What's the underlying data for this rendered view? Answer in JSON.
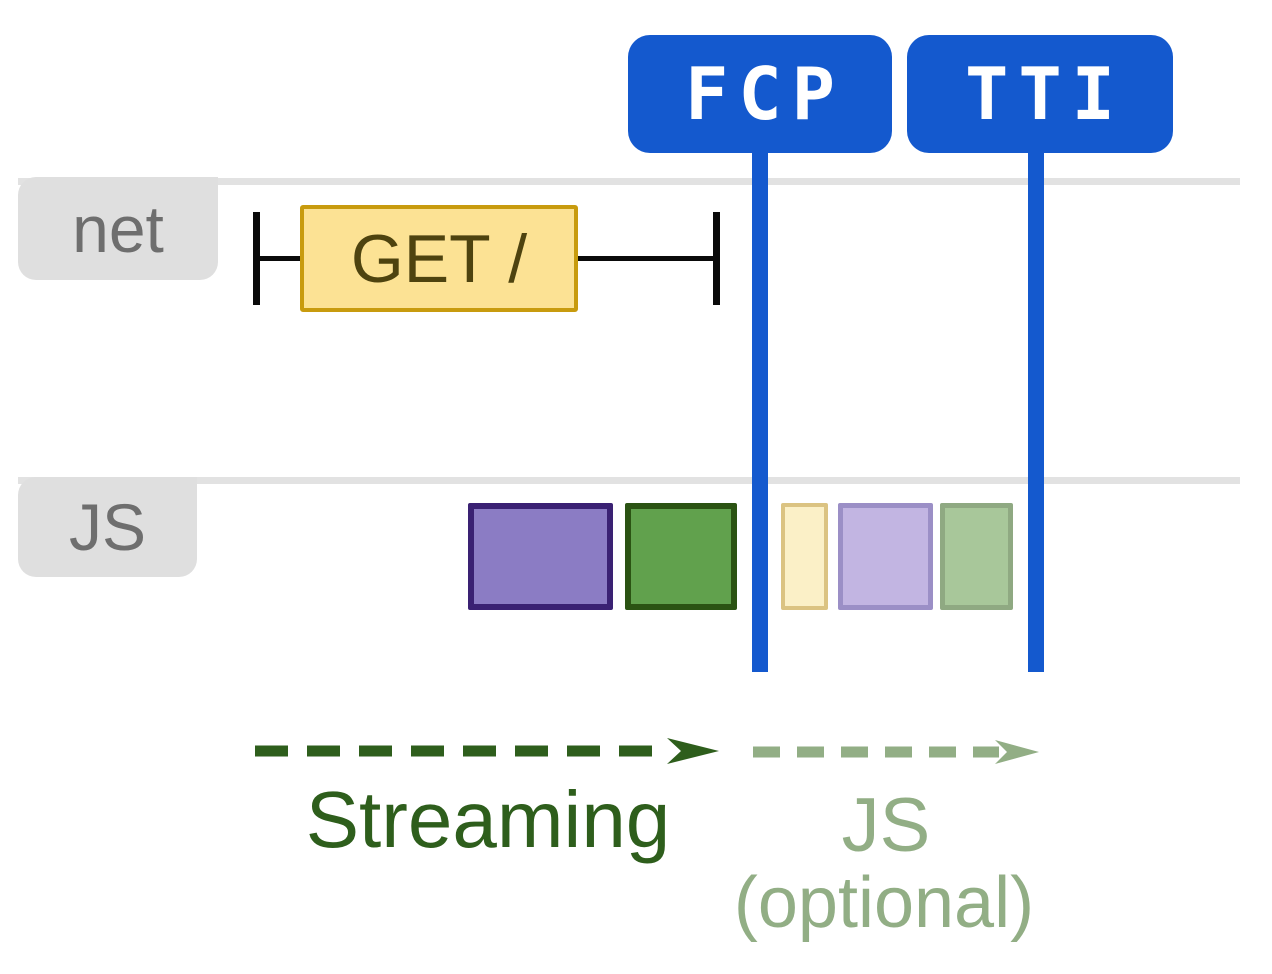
{
  "diagram": {
    "description": "Streaming server-side rendering performance timeline",
    "badges": {
      "fcp": {
        "label": "FCP"
      },
      "tti": {
        "label": "TTI"
      }
    },
    "lanes": {
      "net": {
        "label": "net"
      },
      "js": {
        "label": "JS"
      }
    },
    "request": {
      "label": "GET /"
    },
    "js_tasks": [
      {
        "name": "task-purple",
        "state": "solid"
      },
      {
        "name": "task-green",
        "state": "solid"
      },
      {
        "name": "task-faded-yellow",
        "state": "faded"
      },
      {
        "name": "task-faded-purple",
        "state": "faded"
      },
      {
        "name": "task-faded-green",
        "state": "faded"
      }
    ],
    "arrows": {
      "streaming": {
        "label": "Streaming"
      },
      "js_optional": {
        "label": "JS",
        "sublabel": "(optional)"
      }
    }
  },
  "colors": {
    "marker_blue": "#1459CE",
    "lane_gray": "#E2E2E2",
    "tab_gray": "#DFDFDF",
    "label_gray": "#6E6E6E",
    "tick_black": "#0A0A0A",
    "request_fill": "#FCE294",
    "request_border": "#C89B0E",
    "request_text": "#4E430F",
    "task_purple": "#8B7CC4",
    "task_purple_border": "#3A2173",
    "task_green": "#61A14D",
    "task_green_border": "#2B5313",
    "task_faded_yellow": "#FBF0C7",
    "task_faded_yellow_border": "#DBC382",
    "task_faded_purple": "#C2B5E2",
    "task_faded_purple_border": "#9B8FC6",
    "task_faded_green": "#A8C79A",
    "task_faded_green_border": "#8FA982",
    "streaming_green": "#2E5E1C",
    "optional_sage": "#92AE85"
  }
}
